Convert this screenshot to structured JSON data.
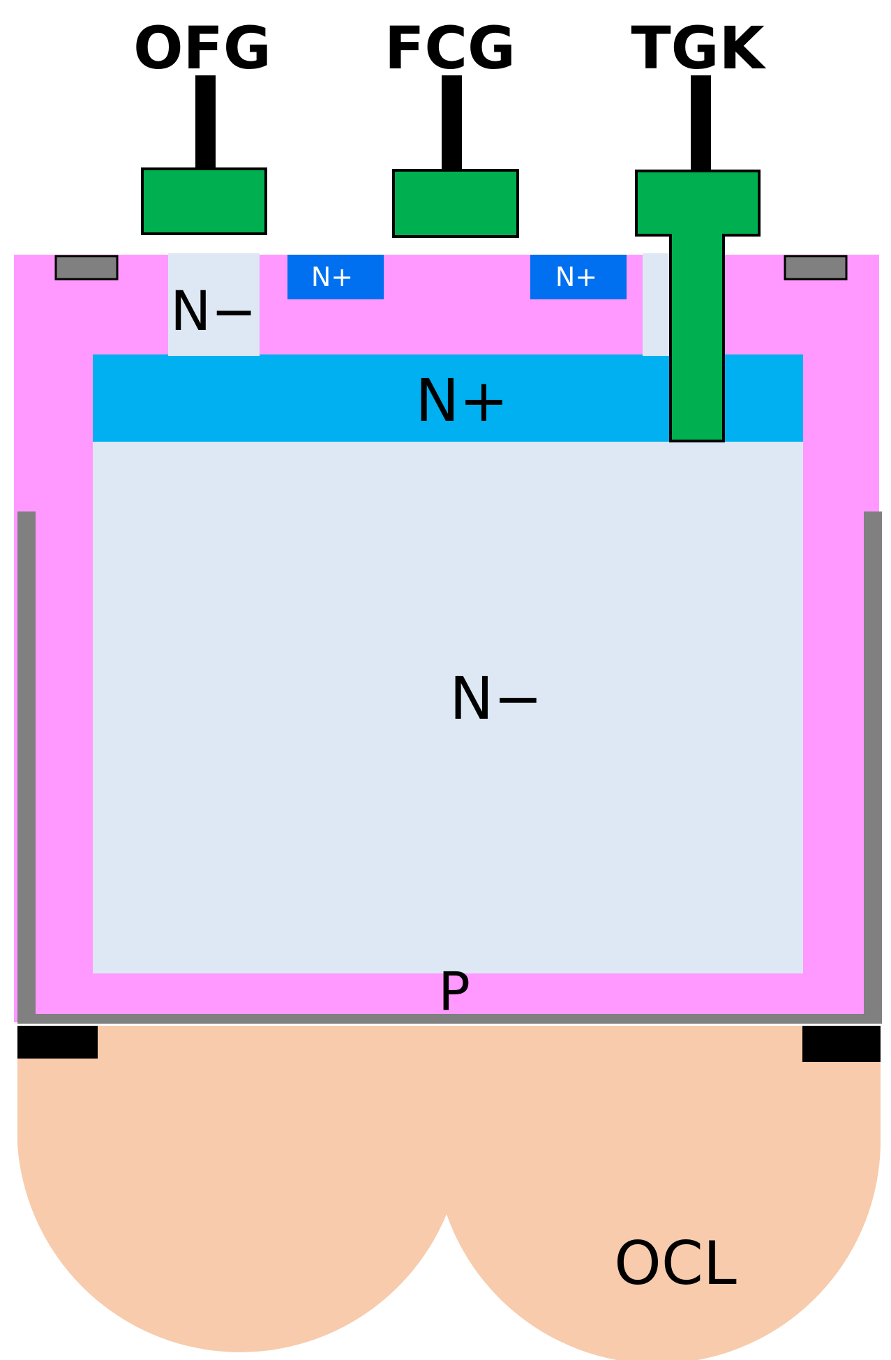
{
  "gates": {
    "ofg": "OFG",
    "fcg": "FCG",
    "tgk": "TGK"
  },
  "regions": {
    "n_minus_small": "N−",
    "n_plus_left": "N+",
    "n_plus_right": "N+",
    "n_plus_layer": "N+",
    "n_minus_main": "N−",
    "p_well": "P",
    "ocl": "OCL"
  },
  "colors": {
    "p_region": "#FF99FF",
    "n_minus": "#DDE8F4",
    "n_plus_layer": "#00B0F0",
    "n_plus_small": "#0070F0",
    "gate": "#00B050",
    "metal": "#808080",
    "light_shield": "#000000",
    "lens": "#F7CBAC"
  }
}
